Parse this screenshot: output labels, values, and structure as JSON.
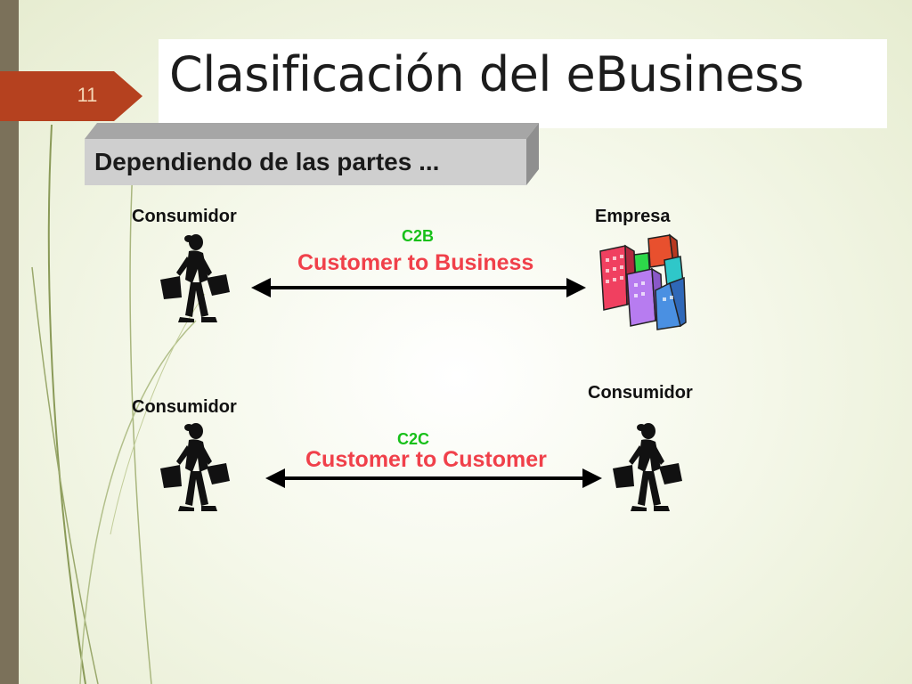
{
  "slide": {
    "number": "11",
    "title": "Clasificación del eBusiness",
    "subtitle": "Dependiendo de las partes ..."
  },
  "diagram": {
    "c2b": {
      "left_label": "Consumidor",
      "right_label": "Empresa",
      "code": "C2B",
      "relation": "Customer to Business"
    },
    "c2c": {
      "left_label": "Consumidor",
      "right_label": "Consumidor",
      "code": "C2C",
      "relation": "Customer to Customer"
    }
  },
  "colors": {
    "accent_tab": "#b5411f",
    "code_green": "#18c01a",
    "relation_red": "#f0404a",
    "left_bar": "#7b715a"
  },
  "icons": {
    "consumer": "shopper-icon",
    "company": "buildings-icon",
    "arrow": "double-arrow-icon"
  }
}
